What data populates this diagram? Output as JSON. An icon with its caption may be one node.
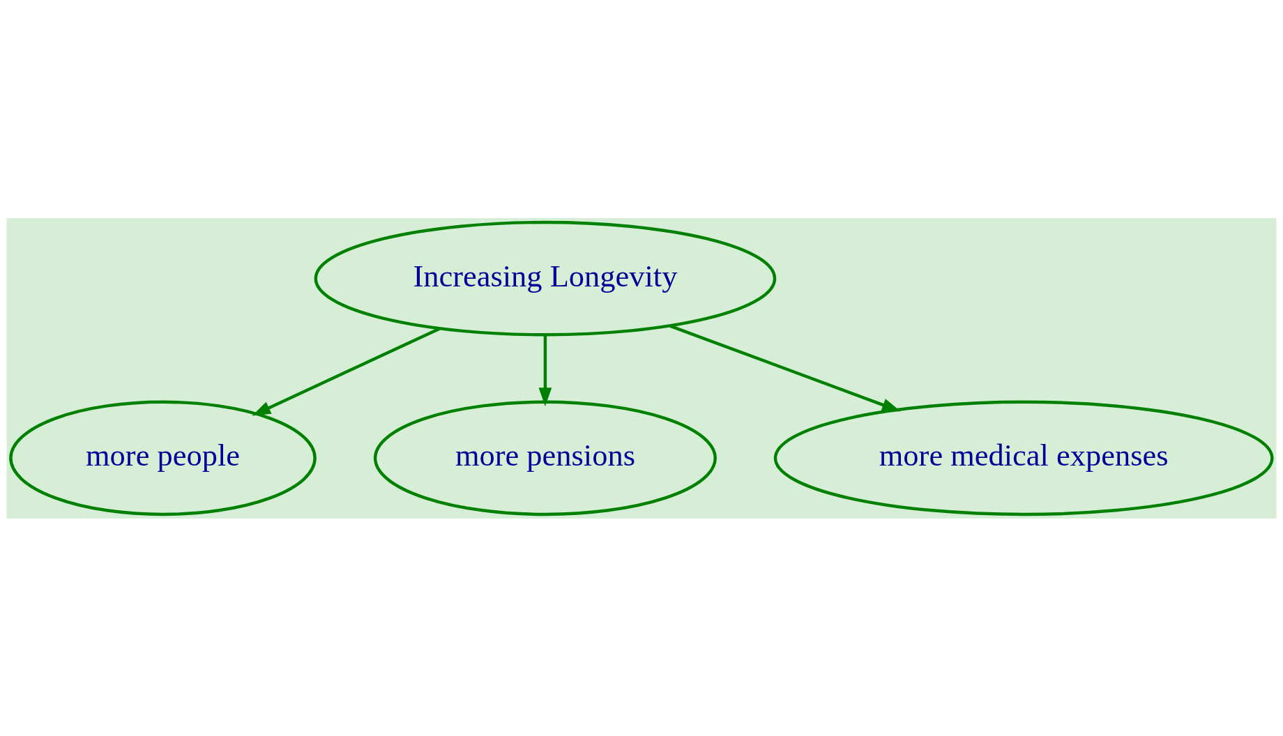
{
  "diagram": {
    "nodes": [
      {
        "text": [
          "Increasing Longevity"
        ]
      },
      {
        "text": [
          "more people"
        ]
      },
      {
        "text": [
          "more pensions"
        ]
      },
      {
        "text": [
          "more medical expenses"
        ]
      }
    ],
    "edges": [
      {
        "from": 0,
        "to": 1,
        "arrow": "to"
      },
      {
        "from": 0,
        "to": 2,
        "arrow": "to"
      },
      {
        "from": 0,
        "to": 3,
        "arrow": "to"
      }
    ]
  }
}
